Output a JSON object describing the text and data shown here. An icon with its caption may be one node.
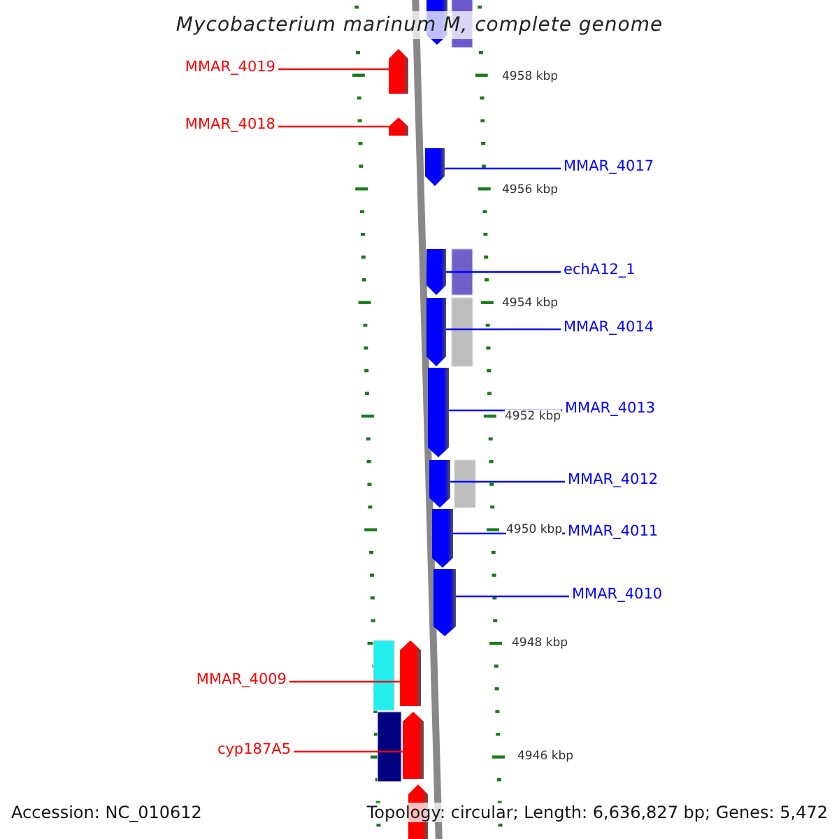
{
  "diagram": {
    "title": "Mycobacterium marinum M, complete genome",
    "nodes": [
      {
        "text": [],
        "shape": "pentagon"
      },
      {
        "text": [
          "MMAR_4019"
        ]
      },
      {
        "text": [],
        "shape": "pentagon"
      },
      {
        "text": [
          "MMAR_4018"
        ]
      },
      {
        "text": [],
        "shape": "pentagon"
      },
      {
        "text": [
          "MMAR_4017"
        ]
      },
      {
        "text": [],
        "shape": "pentagon"
      },
      {
        "text": [
          "echA12_1"
        ]
      },
      {
        "text": [],
        "shape": "pentagon"
      },
      {
        "text": [
          "MMAR_4014"
        ]
      },
      {
        "text": [],
        "shape": "pentagon"
      },
      {
        "text": [
          "MMAR_4013"
        ]
      },
      {
        "text": [],
        "shape": "pentagon"
      },
      {
        "text": [
          "MMAR_4012"
        ]
      },
      {
        "text": [],
        "shape": "pentagon"
      },
      {
        "text": [
          "MMAR_4011"
        ]
      },
      {
        "text": [],
        "shape": "pentagon"
      },
      {
        "text": [
          "MMAR_4010"
        ]
      },
      {
        "text": [],
        "shape": "pentagon"
      },
      {
        "text": [
          "MMAR_4009"
        ]
      },
      {
        "text": [],
        "shape": "pentagon"
      },
      {
        "text": [
          "cyp187A5"
        ]
      },
      {
        "text": [],
        "shape": "pentagon"
      },
      {
        "text": [],
        "shape": "pentagon"
      }
    ],
    "edges": [
      {
        "from": 1,
        "to": 2,
        "arrow": "none",
        "color": "#ff0000"
      },
      {
        "from": 3,
        "to": 4,
        "arrow": "none",
        "color": "#ff0000"
      },
      {
        "from": 5,
        "to": 6,
        "arrow": "none"
      },
      {
        "from": 7,
        "to": 8,
        "arrow": "none"
      },
      {
        "from": 9,
        "to": 10,
        "arrow": "none"
      },
      {
        "from": 11,
        "to": 12,
        "arrow": "none"
      },
      {
        "from": 13,
        "to": 14,
        "arrow": "none"
      },
      {
        "from": 15,
        "to": 16,
        "arrow": "none"
      },
      {
        "from": 17,
        "to": 18,
        "arrow": "none"
      },
      {
        "from": 19,
        "to": 20,
        "arrow": "none",
        "color": "#ff0000"
      },
      {
        "from": 21,
        "to": 22,
        "arrow": "none",
        "color": "#ff0000"
      }
    ],
    "labels": [
      "4958 kbp",
      "4956 kbp",
      "4954 kbp",
      "4952 kbp",
      "4950 kbp",
      "4948 kbp",
      "4946 kbp",
      "Accession: NC_010612",
      "Topology: circular; Length: 6,636,827 bp; Genes: 5,472"
    ]
  }
}
